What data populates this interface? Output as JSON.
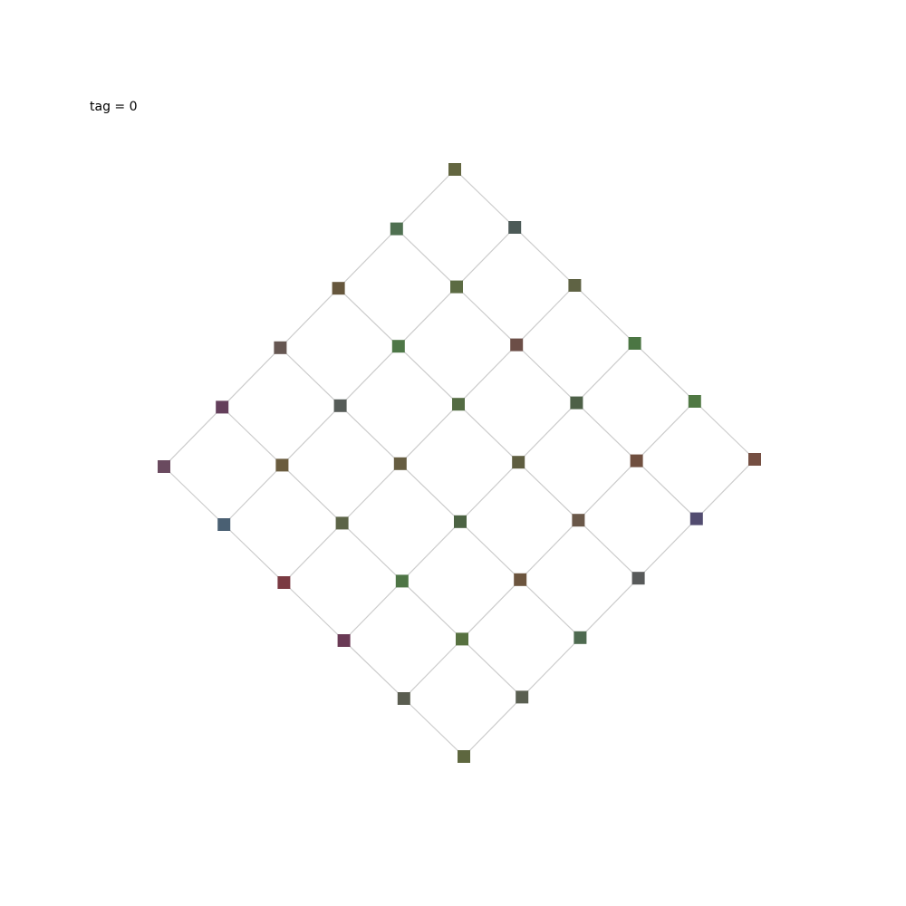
{
  "label": "tag = 0",
  "colors": {
    "edge": "#cccccc",
    "background": "#ffffff"
  },
  "lattice": {
    "rows": 6,
    "cols": 6,
    "node_colors": [
      [
        "#636640",
        "#4c5a57",
        "#5f6344",
        "#4b7643",
        "#4f7843",
        "#754f42"
      ],
      [
        "#4f7051",
        "#5c6b43",
        "#6c4e47",
        "#4d6047",
        "#704f3f",
        "#524c70"
      ],
      [
        "#66573d",
        "#4e7747",
        "#546c43",
        "#5f5e40",
        "#6a5849",
        "#585a5a"
      ],
      [
        "#665752",
        "#565c58",
        "#665d41",
        "#4c6343",
        "#6c553e",
        "#4e6a50"
      ],
      [
        "#643f5b",
        "#6a5c3e",
        "#5c6447",
        "#4e7545",
        "#577140",
        "#5a5f51"
      ],
      [
        "#6a4a5f",
        "#4a6073",
        "#7a3a42",
        "#6a3a55",
        "#5a5d50",
        "#5e673f"
      ]
    ]
  }
}
